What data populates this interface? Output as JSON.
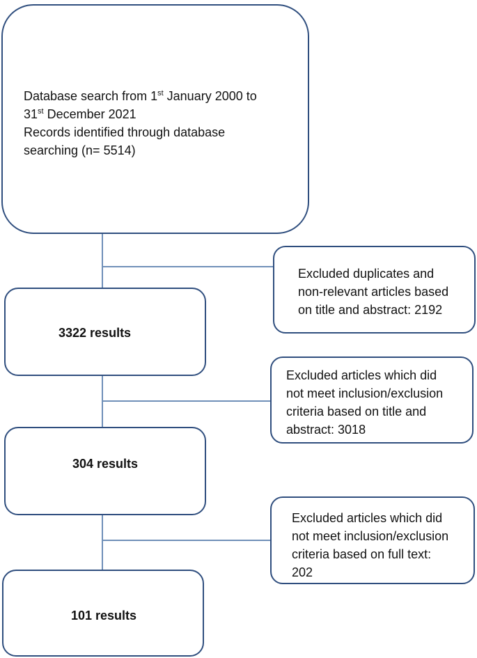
{
  "start": {
    "line1_pre": "Database search from 1",
    "line1_sup": "st",
    "line1_post": " January 2000 to",
    "line2_pre": "31",
    "line2_sup": "st",
    "line2_post": " December 2021",
    "line3": "Records identified through database",
    "line4": "searching (n= 5514)"
  },
  "steps": [
    {
      "label": "3322 results"
    },
    {
      "label": "304 results"
    },
    {
      "label": "101 results"
    }
  ],
  "exclusions": [
    {
      "lines": [
        "Excluded duplicates and",
        "non-relevant articles based",
        "on title and abstract:  2192"
      ]
    },
    {
      "lines": [
        "Excluded articles which did",
        "not meet inclusion/exclusion",
        "criteria based on title and",
        "abstract: 3018"
      ]
    },
    {
      "lines": [
        "Excluded articles which did",
        "not meet inclusion/exclusion",
        "criteria based on full text:",
        "202"
      ]
    }
  ],
  "colors": {
    "box_border": "#2F4E7E",
    "connector": "#6F8FB8"
  }
}
